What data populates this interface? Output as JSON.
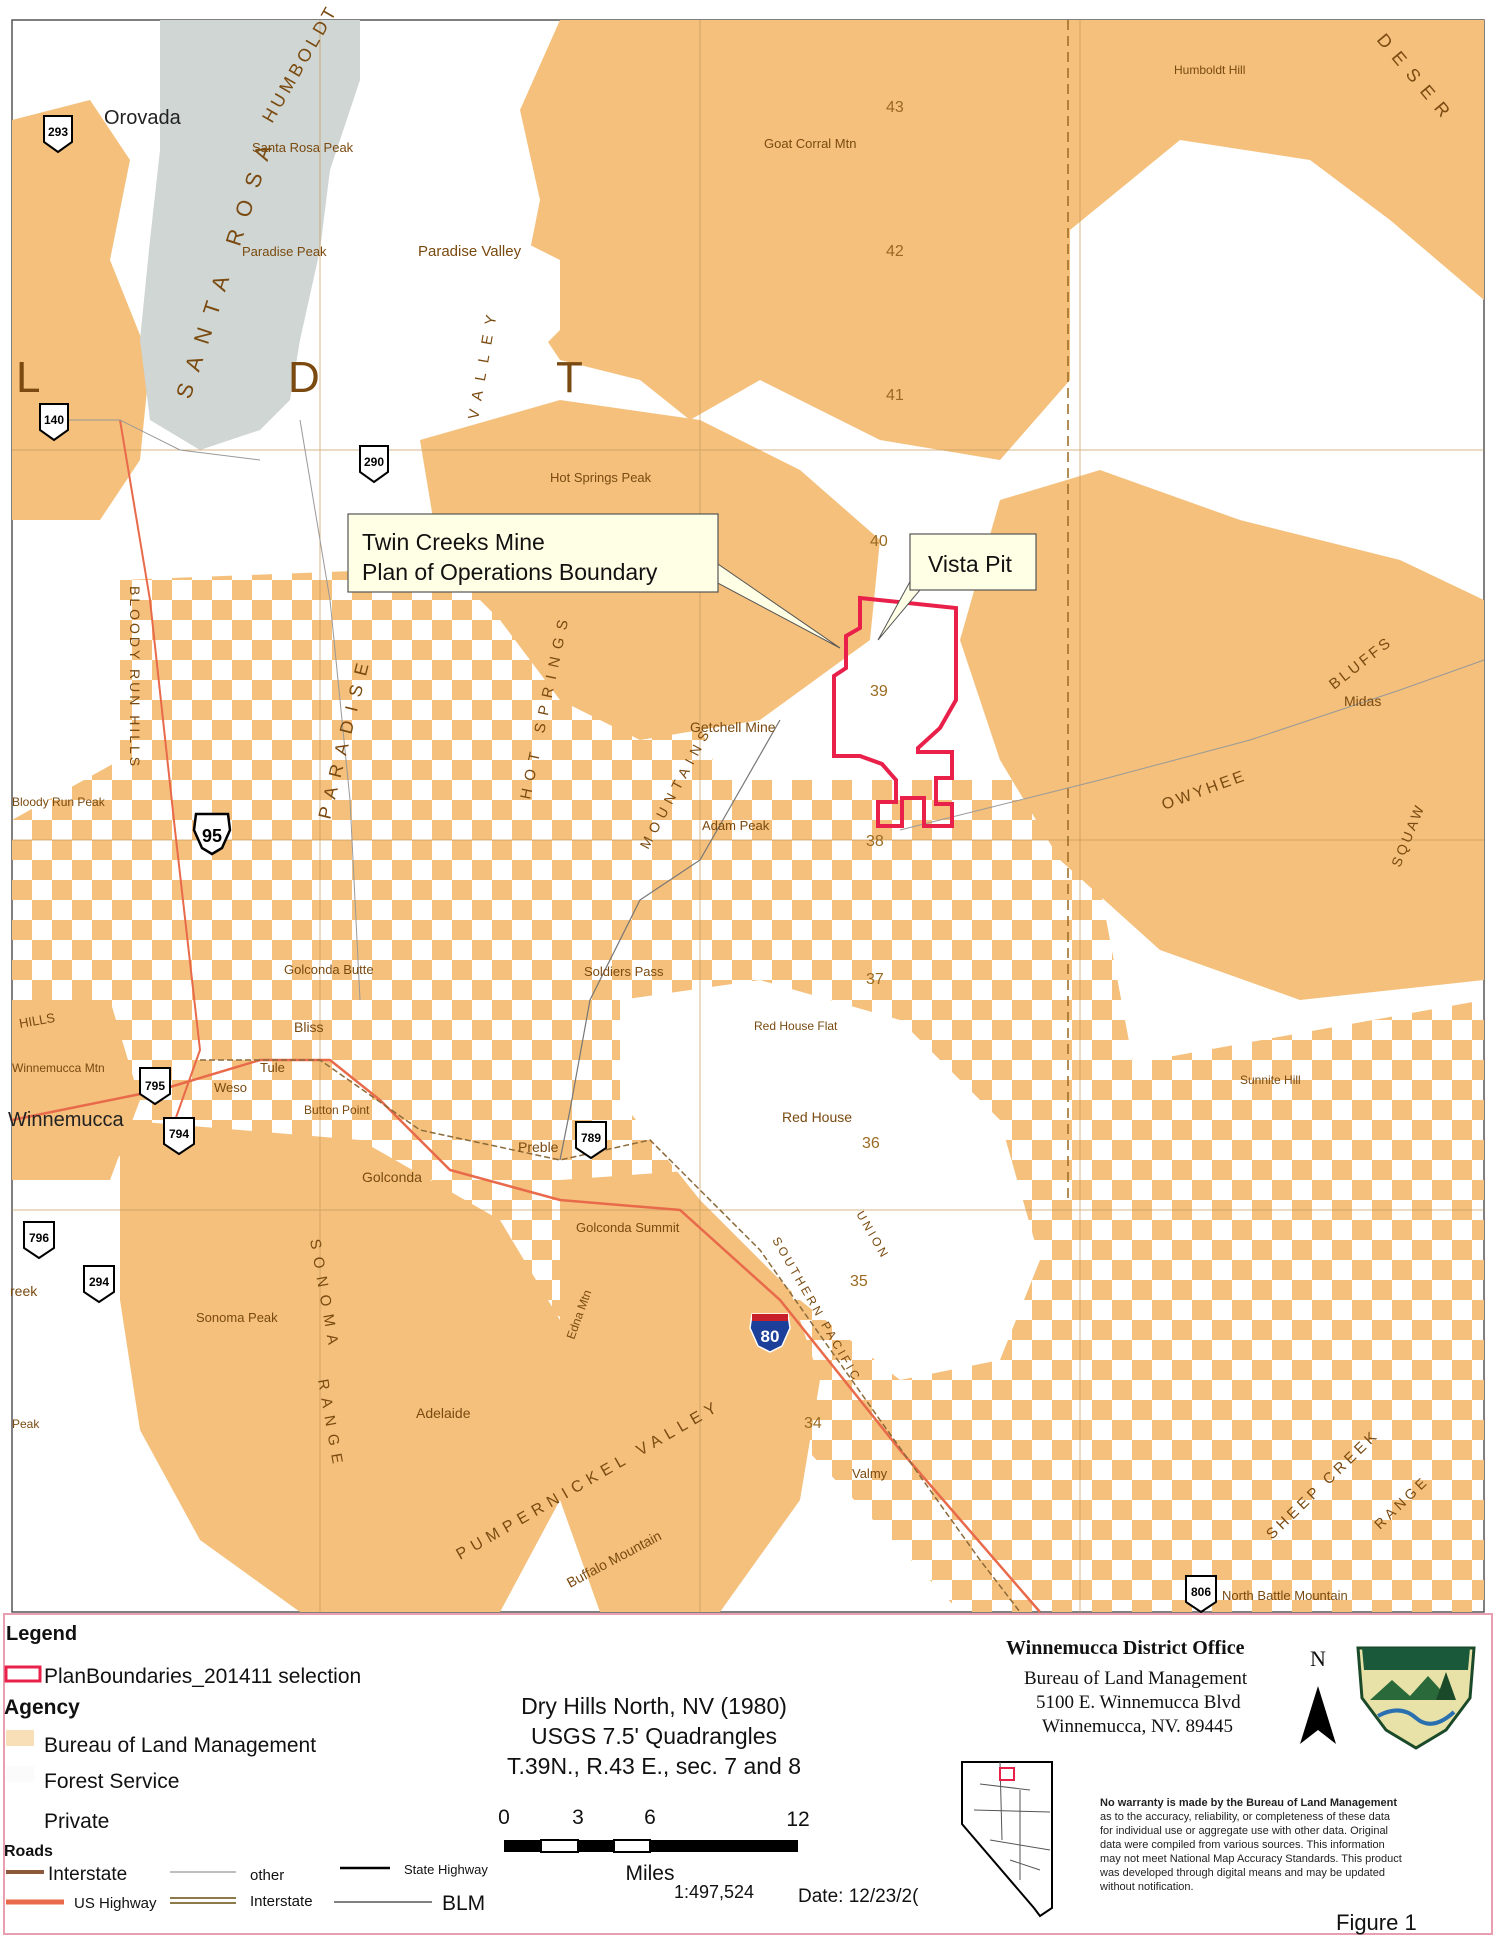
{
  "places": {
    "orovada": "Orovada",
    "winnemucca": "Winnemucca",
    "santa_rosa_peak": "Santa Rosa Peak",
    "paradise_peak": "Paradise Peak",
    "paradise_valley": "Paradise Valley",
    "hot_springs_peak": "Hot Springs Peak",
    "goat_corral_mtn": "Goat Corral Mtn",
    "humboldt_hill": "Humboldt Hill",
    "getchell_mine": "Getchell Mine",
    "adam_peak": "Adam Peak",
    "golconda_butte": "Golconda Butte",
    "bliss": "Bliss",
    "tule": "Tule",
    "weso": "Weso",
    "button_point": "Button Point",
    "preble": "Preble",
    "golconda": "Golconda",
    "golconda_summit": "Golconda Summit",
    "red_house": "Red House",
    "red_house_flat": "Red House Flat",
    "soldiers_pass": "Soldiers Pass",
    "sonoma_peak": "Sonoma Peak",
    "adelaide": "Adelaide",
    "valmy": "Valmy",
    "midas": "Midas",
    "sunnite_hill": "Sunnite Hill",
    "edna_mtn": "Edna Mtn",
    "buffalo_mountain": "Buffalo Mountain",
    "north_battle_mountain": "North Battle Mountain",
    "bloody_run_peak": "Bloody Run Peak",
    "winnemucca_mtn": "Winnemucca Mtn",
    "santa_rosa_range": "SANTA ROSA",
    "humboldt": "HUMBOLDT",
    "paradise": "PARADISE",
    "valley": "VALLEY",
    "hot_springs": "HOT SPRINGS",
    "mountains": "MOUNTAINS",
    "owyhee": "OWYHEE",
    "bluffs": "BLUFFS",
    "squaw": "SQUAW",
    "sonoma": "SONOMA",
    "range": "RANGE",
    "sheep_creek": "SHEEP CREEK",
    "sheep_range": "RANGE",
    "bloody_run_hills": "BLOODY RUN HILLS",
    "pumpernickel_valley": "PUMPERNICKEL VALLEY",
    "southern_pacific": "SOUTHERN PACIFIC",
    "union_pacific": "UNION",
    "desert": "DESER",
    "l_letter": "L",
    "d_letter": "D",
    "t_letter": "T",
    "hills": "HILLS",
    "reek": "reek",
    "peak_left": "Peak"
  },
  "grid_numbers": [
    "43",
    "42",
    "41",
    "40",
    "39",
    "38",
    "37",
    "36",
    "35",
    "34"
  ],
  "shields": {
    "s293": "293",
    "s140": "140",
    "s290": "290",
    "s95": "95",
    "s795": "795",
    "s794": "794",
    "s789": "789",
    "s796": "796",
    "s294": "294",
    "s806": "806",
    "s80": "80"
  },
  "callouts": {
    "twin_creeks_line1": "Twin Creeks Mine",
    "twin_creeks_line2": "Plan of Operations Boundary",
    "vista_pit": "Vista Pit"
  },
  "legend": {
    "title": "Legend",
    "plan_boundaries": "PlanBoundaries_201411 selection",
    "agency_title": "Agency",
    "blm": "Bureau of Land Management",
    "forest_service": "Forest Service",
    "private": "Private",
    "roads_title": "Roads",
    "interstate": "Interstate",
    "us_highway": "US Highway",
    "other": "other",
    "interstate2": "Interstate",
    "state_highway": "State Highway",
    "blm_road": "BLM"
  },
  "quad": {
    "line1": "Dry Hills North, NV (1980)",
    "line2": "USGS 7.5' Quadrangles",
    "line3": "T.39N., R.43 E., sec. 7 and 8"
  },
  "scale": {
    "ticks": [
      "0",
      "3",
      "6",
      "12"
    ],
    "unit": "Miles",
    "ratio": "1:497,524"
  },
  "date": "Date: 12/23/2(",
  "office": {
    "name": "Winnemucca District Office",
    "line1": "Bureau of Land Management",
    "line2": "5100 E. Winnemucca Blvd",
    "line3": "Winnemucca, NV. 89445"
  },
  "north": "N",
  "disclaimer": [
    "No warranty is made by the Bureau of Land Management",
    "as to the accuracy, reliability, or completeness of these data",
    "for individual use or aggregate use with other data. Original",
    "data were compiled from various sources. This information",
    "may not meet National Map Accuracy Standards. This product",
    "was developed through digital means and may be updated",
    "without notification."
  ],
  "figure": "Figure 1",
  "colors": {
    "blm": "#f4c07c",
    "forest": "#cfd6d3",
    "private": "#ffffff",
    "boundary": "#e8204a",
    "us_highway": "#e86a4a"
  }
}
